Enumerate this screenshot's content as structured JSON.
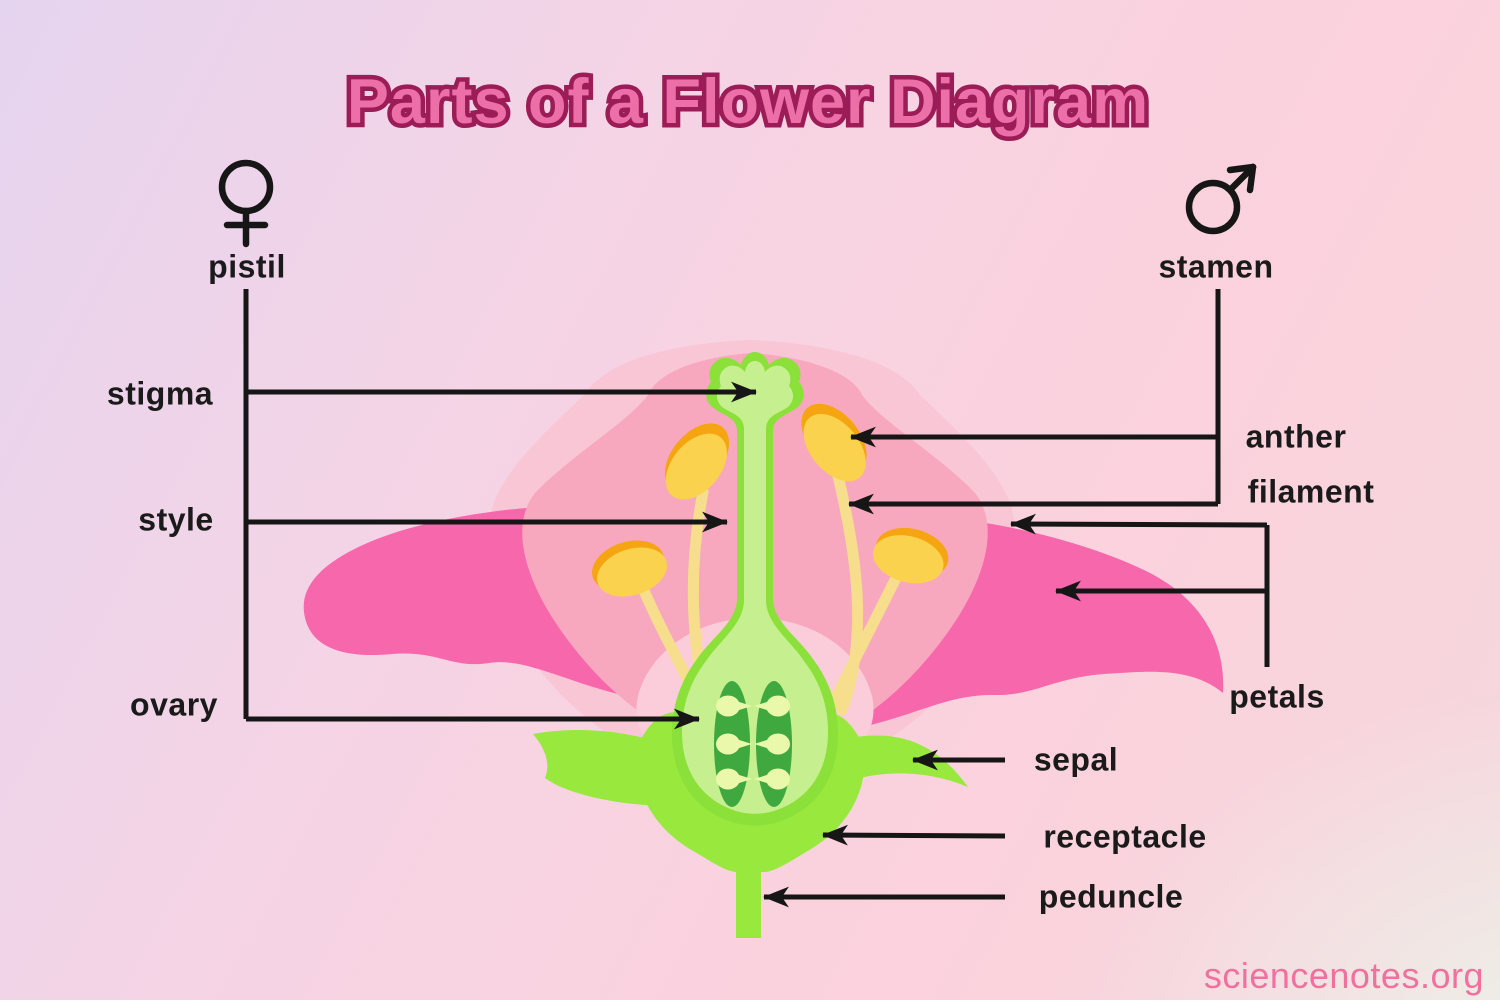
{
  "title": "Parts of a Flower Diagram",
  "watermark": "sciencenotes.org",
  "part_groups": [
    {
      "id": "pistil",
      "label": "pistil",
      "symbol": "female",
      "parts": [
        "stigma",
        "style",
        "ovary"
      ]
    },
    {
      "id": "stamen",
      "label": "stamen",
      "symbol": "male",
      "parts": [
        "anther",
        "filament"
      ]
    }
  ],
  "labels": {
    "pistil": "pistil",
    "stamen": "stamen",
    "stigma": "stigma",
    "style": "style",
    "ovary": "ovary",
    "anther": "anther",
    "filament": "filament",
    "petals": "petals",
    "sepal": "sepal",
    "receptacle": "receptacle",
    "peduncle": "peduncle"
  },
  "icons": {
    "female_symbol": "♀",
    "male_symbol": "♂"
  },
  "colors": {
    "title_fill": "#ec6fa7",
    "title_outline": "#9b1c56",
    "label_text": "#1a1a1a",
    "line_black": "#161616",
    "bg_lavender": "#e5d4ef",
    "bg_pink": "#fbd2dd",
    "bg_cream": "#edf1e9",
    "petal_hot_pink": "#f767ac",
    "petal_backdrop_light": "#f9c6d6",
    "petal_cup_medium": "#f8a8be",
    "inner_cup_light": "#fbccda",
    "green_bright": "#98e83d",
    "green_pistil_outline": "#8be03a",
    "green_light_interior": "#c6f08f",
    "green_ovule_sac": "#3fa83f",
    "ovule_pale": "#e9f8aa",
    "anther_orange": "#f5a512",
    "anther_yellow": "#fbd24d",
    "filament_yellow": "#f7de8d",
    "watermark_pink": "#f0709f"
  }
}
